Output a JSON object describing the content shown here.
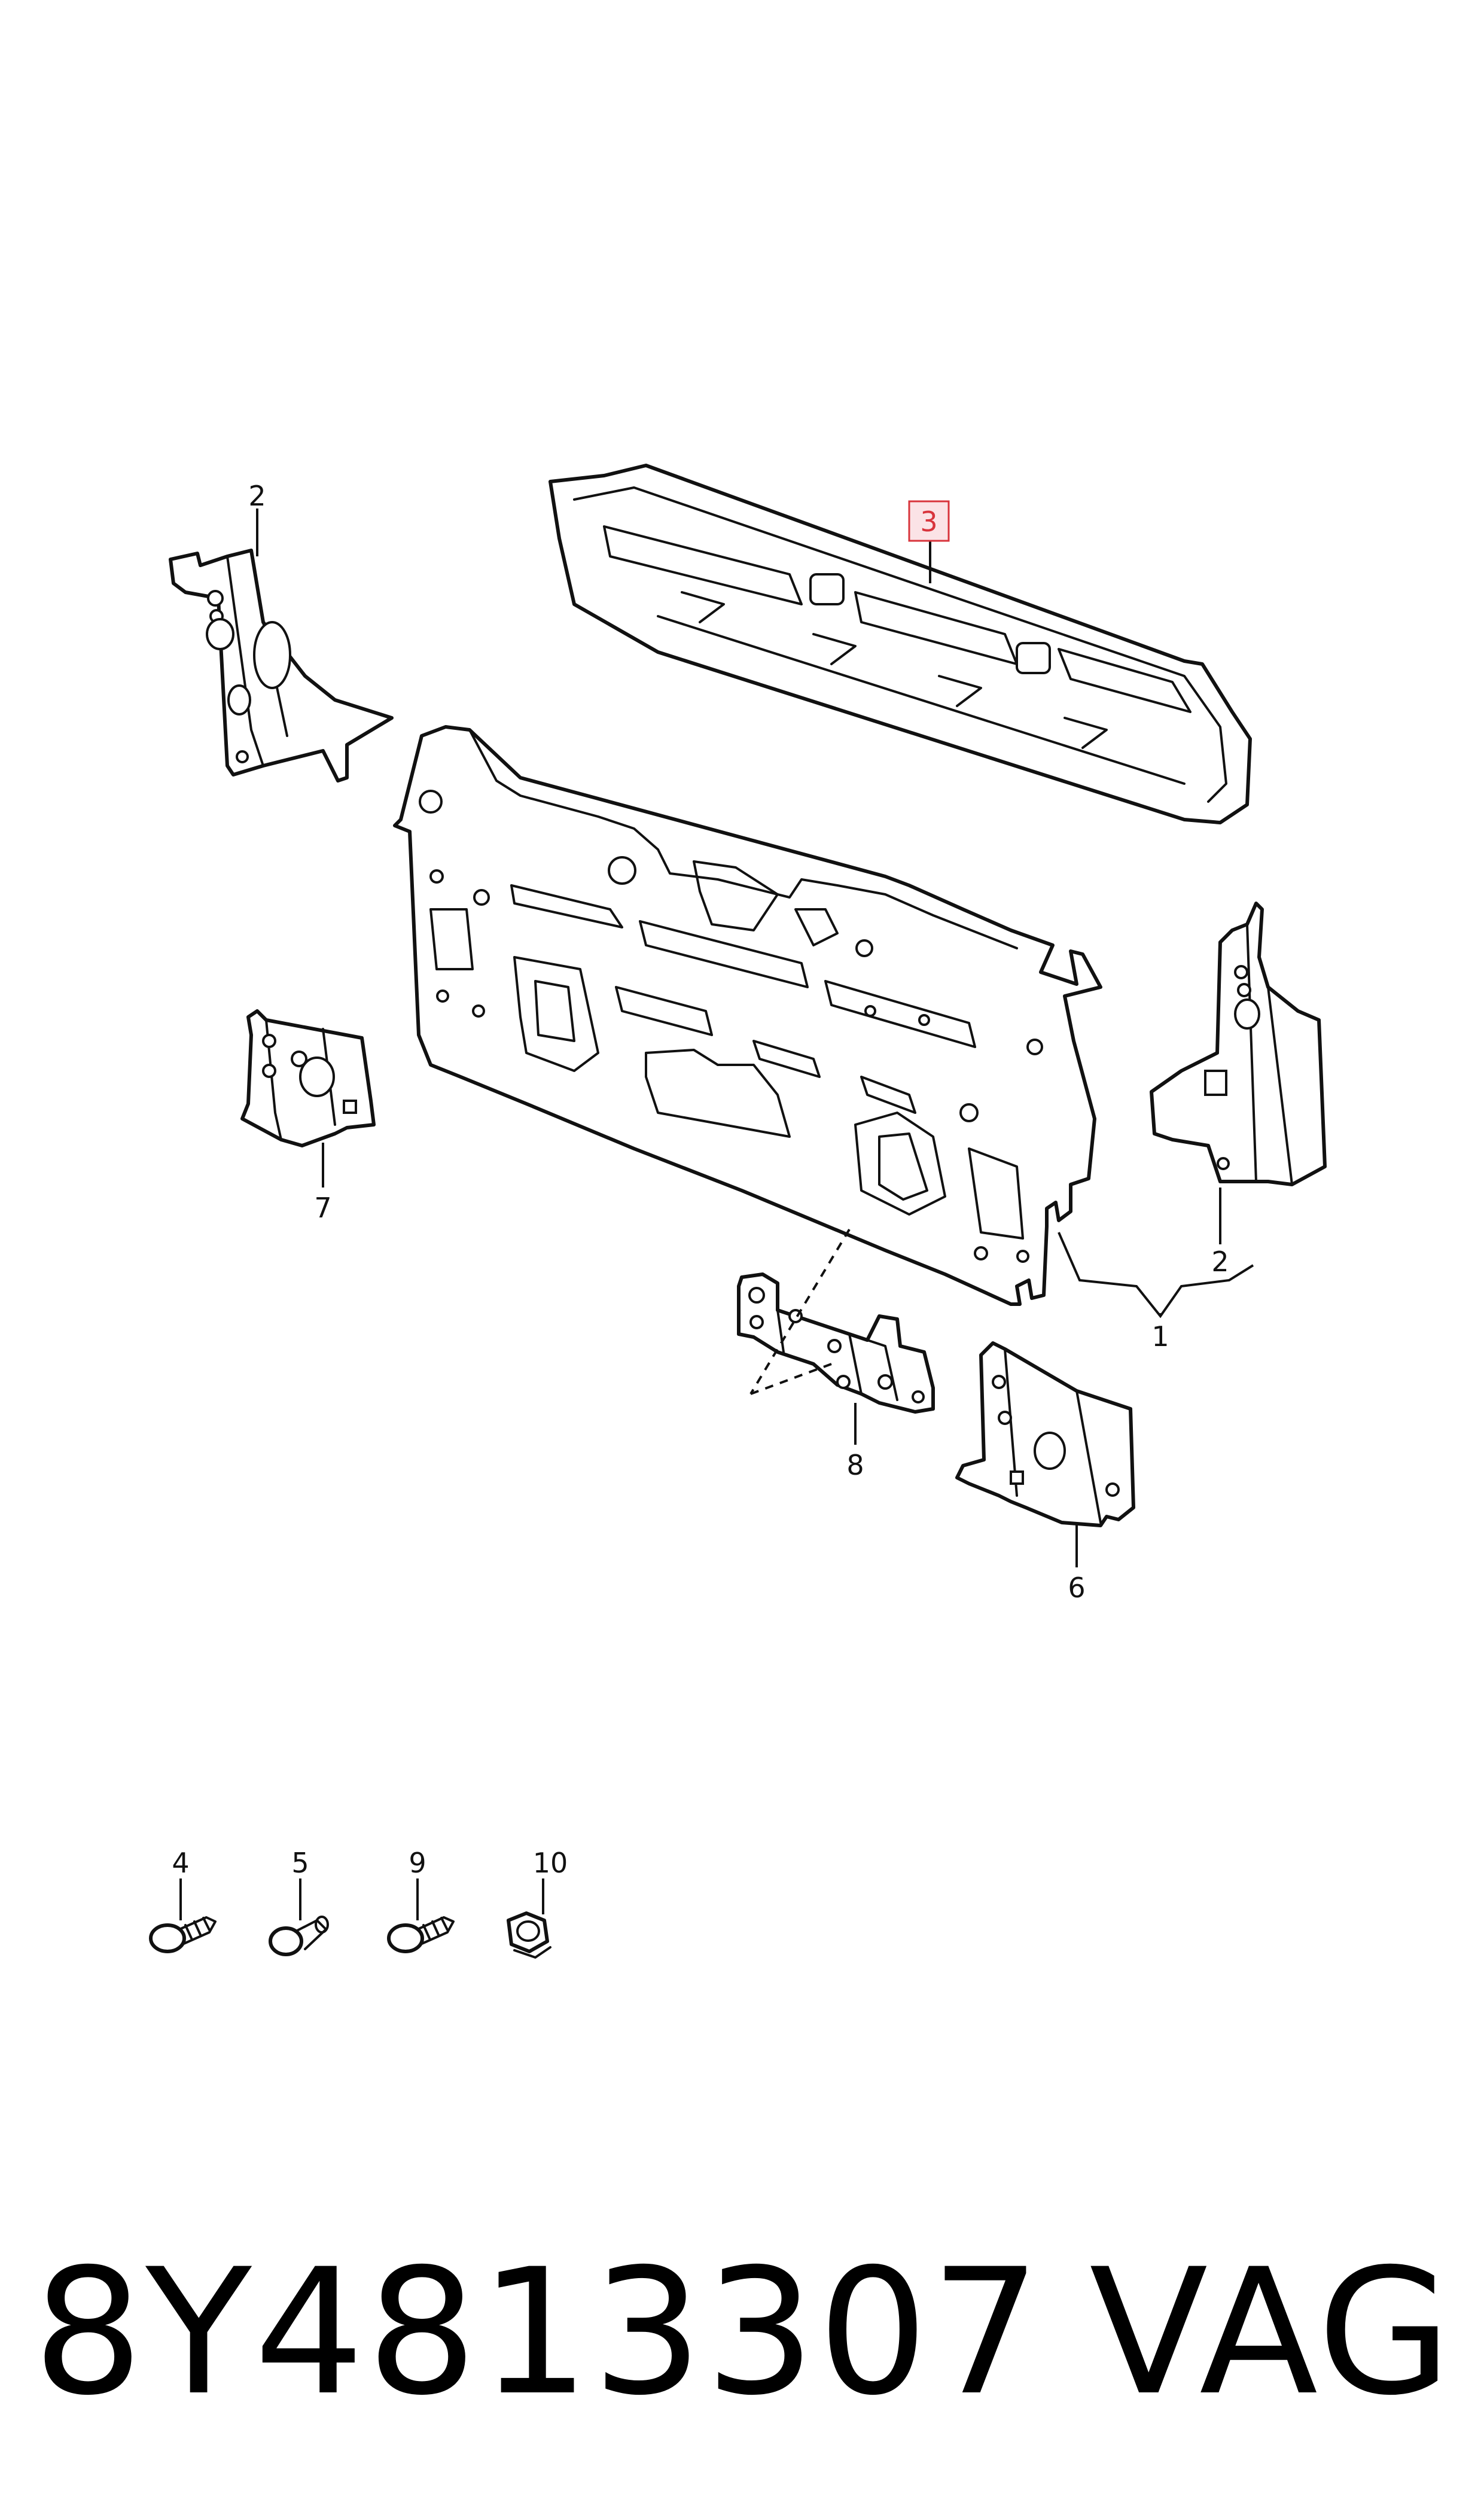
{
  "callouts": {
    "c1": "1",
    "c2_left": "2",
    "c2_right": "2",
    "c3": "3",
    "c4": "4",
    "c5": "5",
    "c6": "6",
    "c7": "7",
    "c8": "8",
    "c9": "9",
    "c10": "10"
  },
  "highlight_color": "#d8343c",
  "footer": {
    "part_number": "8Y4813307",
    "brand": "VAG"
  }
}
